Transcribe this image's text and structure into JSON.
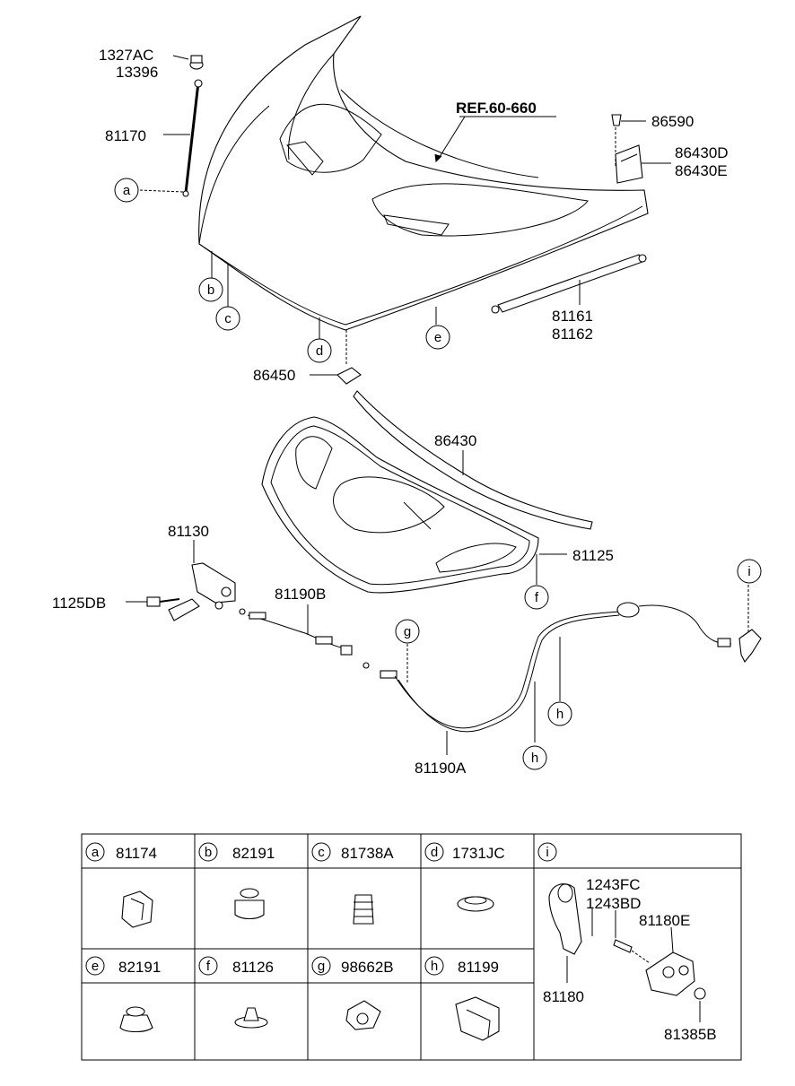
{
  "callouts": {
    "p1327AC": "1327AC",
    "p13396": "13396",
    "p81170": "81170",
    "ref": "REF.60-660",
    "p86590": "86590",
    "p86430D": "86430D",
    "p86430E": "86430E",
    "p81161": "81161",
    "p81162": "81162",
    "p86450": "86450",
    "p86430": "86430",
    "p81130": "81130",
    "p1125DB": "1125DB",
    "p81190B": "81190B",
    "p81125": "81125",
    "p81190A": "81190A"
  },
  "circles": {
    "a": "a",
    "b": "b",
    "c": "c",
    "d": "d",
    "e": "e",
    "f": "f",
    "g": "g",
    "h1": "h",
    "h2": "h",
    "i": "i"
  },
  "table": {
    "row1": [
      {
        "key": "a",
        "part": "81174"
      },
      {
        "key": "b",
        "part": "82191"
      },
      {
        "key": "c",
        "part": "81738A"
      },
      {
        "key": "d",
        "part": "1731JC"
      }
    ],
    "row2": [
      {
        "key": "e",
        "part": "82191"
      },
      {
        "key": "f",
        "part": "81126"
      },
      {
        "key": "g",
        "part": "98662B"
      },
      {
        "key": "h",
        "part": "81199"
      }
    ],
    "detail_i": {
      "key": "i",
      "p1243FC": "1243FC",
      "p1243BD": "1243BD",
      "p81180E": "81180E",
      "p81180": "81180",
      "p81385B": "81385B"
    }
  }
}
